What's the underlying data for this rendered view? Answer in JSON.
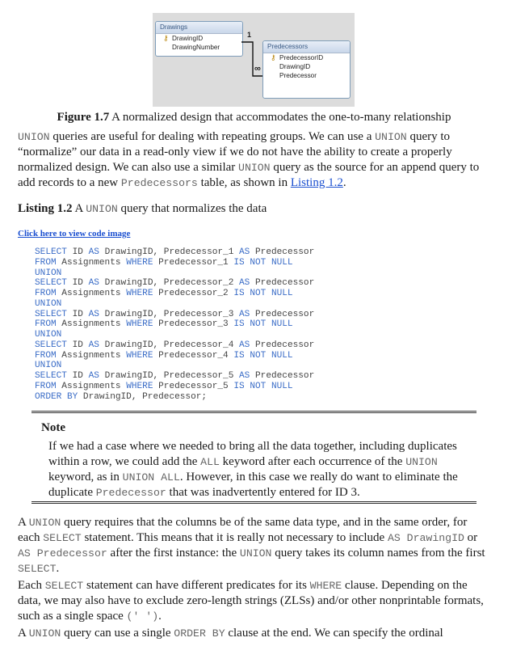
{
  "figure": {
    "drawings_table": {
      "title": "Drawings",
      "fields": [
        "DrawingID",
        "DrawingNumber"
      ]
    },
    "predecessors_table": {
      "title": "Predecessors",
      "fields": [
        "PredecessorID",
        "DrawingID",
        "Predecessor"
      ]
    },
    "rel_one": "1",
    "rel_many": "∞",
    "caption_label": "Figure 1.7",
    "caption_text": " A normalized design that accommodates the one-to-many relationship"
  },
  "para1": {
    "a": "UNION",
    "b": " queries are useful for dealing with repeating groups. We can use a ",
    "c": "UNION",
    "d": " query to “normalize” our data in a read-only view if we do not have the ability to create a properly normalized design. We can also use a similar ",
    "e": "UNION",
    "f": " query as the source for an append query to add records to a new ",
    "g": "Predecessors",
    "h": " table, as shown in ",
    "link": "Listing 1.2",
    "i": "."
  },
  "listing": {
    "label": "Listing 1.2",
    "a": " A ",
    "b": "UNION",
    "c": " query that normalizes the data"
  },
  "code_link": "Click here to view code image",
  "code_lines": [
    [
      "SELECT",
      " ID ",
      "AS",
      " DrawingID, Predecessor_1 ",
      "AS",
      " Predecessor"
    ],
    [
      "FROM",
      " Assignments ",
      "WHERE",
      " Predecessor_1 ",
      "IS NOT NULL",
      ""
    ],
    [
      "UNION",
      "",
      "",
      "",
      "",
      ""
    ],
    [
      "SELECT",
      " ID ",
      "AS",
      " DrawingID, Predecessor_2 ",
      "AS",
      " Predecessor"
    ],
    [
      "FROM",
      " Assignments ",
      "WHERE",
      " Predecessor_2 ",
      "IS NOT NULL",
      ""
    ],
    [
      "UNION",
      "",
      "",
      "",
      "",
      ""
    ],
    [
      "SELECT",
      " ID ",
      "AS",
      " DrawingID, Predecessor_3 ",
      "AS",
      " Predecessor"
    ],
    [
      "FROM",
      " Assignments ",
      "WHERE",
      " Predecessor_3 ",
      "IS NOT NULL",
      ""
    ],
    [
      "UNION",
      "",
      "",
      "",
      "",
      ""
    ],
    [
      "SELECT",
      " ID ",
      "AS",
      " DrawingID, Predecessor_4 ",
      "AS",
      " Predecessor"
    ],
    [
      "FROM",
      " Assignments ",
      "WHERE",
      " Predecessor_4 ",
      "IS NOT NULL",
      ""
    ],
    [
      "UNION",
      "",
      "",
      "",
      "",
      ""
    ],
    [
      "SELECT",
      " ID ",
      "AS",
      " DrawingID, Predecessor_5 ",
      "AS",
      " Predecessor"
    ],
    [
      "FROM",
      " Assignments ",
      "WHERE",
      " Predecessor_5 ",
      "IS NOT NULL",
      ""
    ],
    [
      "ORDER BY",
      " DrawingID, Predecessor;",
      "",
      "",
      "",
      ""
    ]
  ],
  "note": {
    "title": "Note",
    "a": "If we had a case where we needed to bring all the data together, including duplicates within a row, we could add the ",
    "b": "ALL",
    "c": " keyword after each occurrence of the ",
    "d": "UNION",
    "e": " keyword, as in ",
    "f": "UNION ALL",
    "g": ". However, in this case we really do want to eliminate the duplicate ",
    "h": "Predecessor",
    "i": " that was inadvertently entered for ID 3."
  },
  "para2": {
    "a": "A ",
    "b": "UNION",
    "c": " query requires that the columns be of the same data type, and in the same order, for each ",
    "d": "SELECT",
    "e": " statement. This means that it is really not necessary to include ",
    "f": "AS DrawingID",
    "g": " or ",
    "h": "AS Predecessor",
    "i": " after the first instance: the ",
    "j": "UNION",
    "k": " query takes its column names from the first ",
    "l": "SELECT",
    "m": "."
  },
  "para3": {
    "a": "Each ",
    "b": "SELECT",
    "c": " statement can have different predicates for its ",
    "d": "WHERE",
    "e": " clause. Depending on the data, we may also have to exclude zero-length strings (ZLSs) and/or other nonprintable formats, such as a single space ",
    "f": "(' ')",
    "g": "."
  },
  "para4": {
    "a": "A ",
    "b": "UNION",
    "c": " query can use a single ",
    "d": "ORDER BY",
    "e": " clause at the end. We can specify the ordinal"
  }
}
